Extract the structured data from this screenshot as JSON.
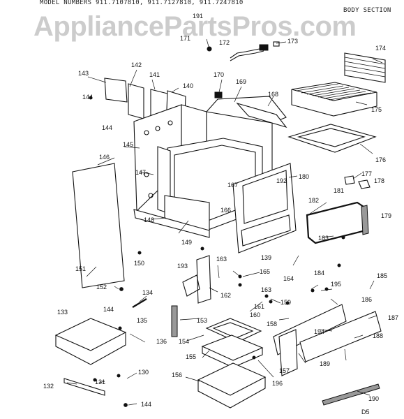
{
  "header": {
    "model_numbers": "MODEL NUMBERS 911.7107810, 911.7127810, 911.7247810",
    "section": "BODY SECTION"
  },
  "watermark": "AppliancePartsPros.com",
  "footer_code": "D5",
  "part_labels": [
    "191",
    "171",
    "172",
    "173",
    "174",
    "143",
    "142",
    "141",
    "140",
    "170",
    "169",
    "168",
    "175",
    "144",
    "144",
    "145",
    "146",
    "147",
    "176",
    "180",
    "177",
    "167",
    "192",
    "181",
    "178",
    "166",
    "182",
    "179",
    "148",
    "149",
    "183",
    "150",
    "151",
    "193",
    "163",
    "139",
    "165",
    "164",
    "163",
    "184",
    "185",
    "152",
    "134",
    "162",
    "195",
    "161",
    "159",
    "186",
    "187",
    "133",
    "144",
    "135",
    "153",
    "160",
    "158",
    "136",
    "154",
    "194",
    "188",
    "155",
    "189",
    "130",
    "196",
    "157",
    "156",
    "131",
    "132",
    "144",
    "190"
  ]
}
